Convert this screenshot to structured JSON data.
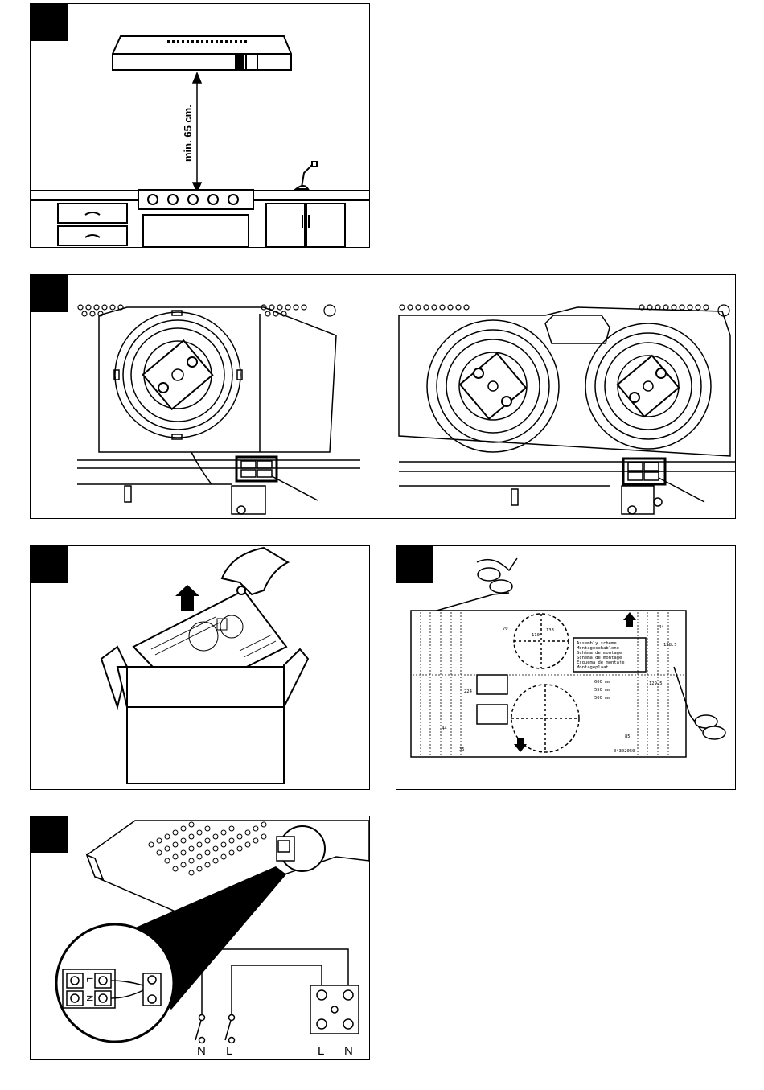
{
  "panel1": {
    "clearance_label": "min. 65 cm."
  },
  "panel5": {
    "wiring_labels": {
      "switch_n": "N",
      "switch_l": "L",
      "terminal_l": "L",
      "terminal_n": "N"
    },
    "connector_marks": {
      "n": "N",
      "l": "L"
    }
  },
  "panel4": {
    "template_title_lines": [
      "Assembly scheme",
      "Montageschablone",
      "Schéma de montage",
      "Schema de montage",
      "Esquema de montaje",
      "Montageplaat"
    ],
    "width_options": [
      "600 mm",
      "550 mm",
      "500 mm"
    ],
    "dimensions": [
      "70",
      "110",
      "133",
      "224",
      "44",
      "35",
      "85",
      "129.5",
      "128.5",
      "44"
    ],
    "part_number": "04302050"
  },
  "colors": {
    "ink": "#000000",
    "paper": "#ffffff"
  }
}
